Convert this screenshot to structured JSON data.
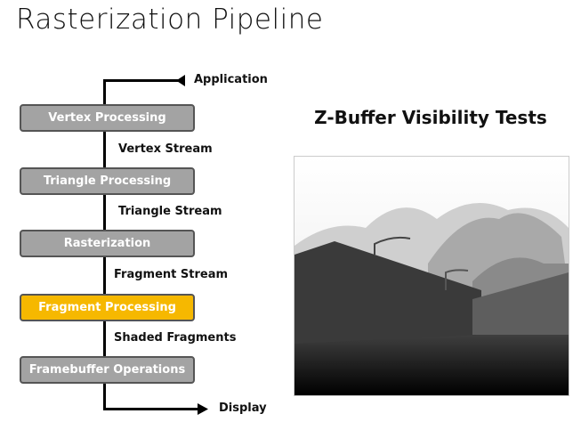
{
  "title": "Rasterization Pipeline",
  "pipeline": {
    "input": "Application",
    "output": "Display",
    "stages": [
      "Vertex Processing",
      "Triangle Processing",
      "Rasterization",
      "Fragment Processing",
      "Framebuffer Operations"
    ],
    "streams": [
      "Vertex Stream",
      "Triangle Stream",
      "Fragment Stream",
      "Shaded Fragments"
    ],
    "highlight_color": "#f6b800",
    "stage_color": "#a3a3a3"
  },
  "figure": {
    "title": "Z-Buffer Visibility Tests"
  }
}
